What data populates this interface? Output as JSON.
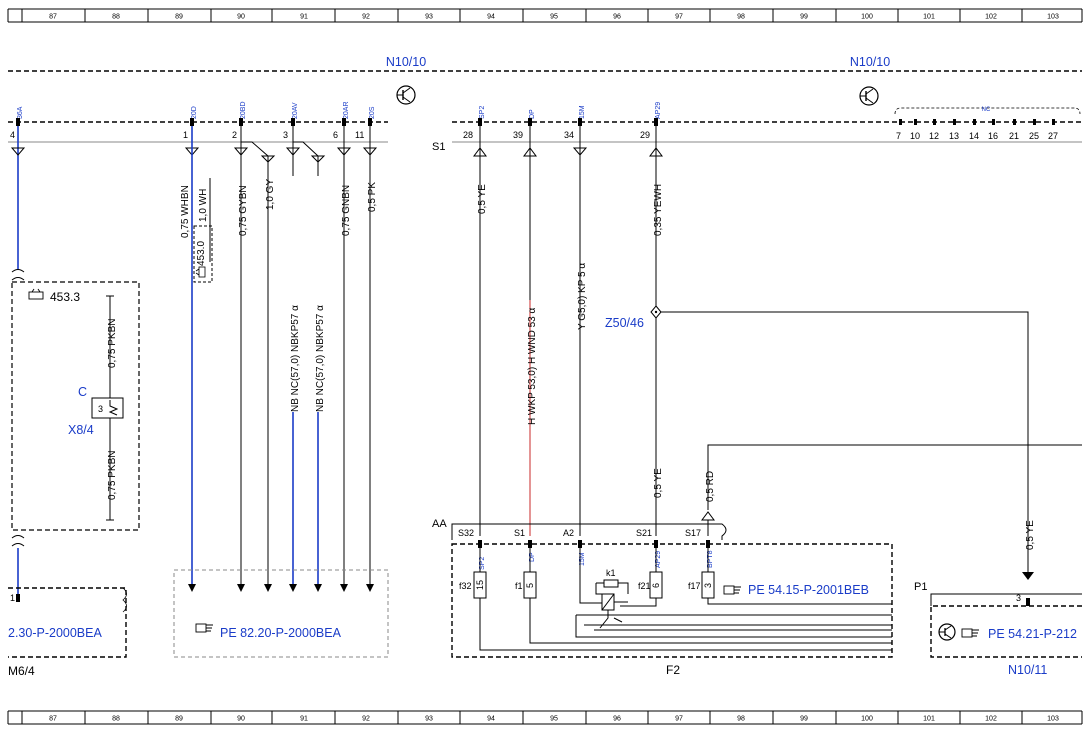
{
  "ruler": {
    "columns": [
      "87",
      "88",
      "89",
      "90",
      "91",
      "92",
      "93",
      "94",
      "95",
      "96",
      "97",
      "98",
      "99",
      "100",
      "101",
      "102",
      "103"
    ]
  },
  "modules": {
    "n10_10_left": "N10/10",
    "n10_10_right": "N10/10",
    "n10_11": "N10/11",
    "f2": "F2",
    "m6_4": "M6/4",
    "x8_4": "X8/4",
    "z50_46": "Z50/46"
  },
  "connectors": {
    "s1": "S1",
    "aa": "AA",
    "p1": "P1",
    "c": "C",
    "nc": "NC"
  },
  "top_pin_codes": {
    "p36a": "36A",
    "p20d": "20D",
    "p20bd": "20BD",
    "p20av": "20AV",
    "p20ar": "20AR",
    "p20s": "20S",
    "psp2": "SP2",
    "pdp": "DP",
    "p15m": "15M",
    "pap29": "AP29"
  },
  "pin_numbers": {
    "n4": "4",
    "n1": "1",
    "n2": "2",
    "n3": "3",
    "n6": "6",
    "n11": "11",
    "n28": "28",
    "n39": "39",
    "n34": "34",
    "n29": "29",
    "nc_pins": [
      "7",
      "10",
      "12",
      "13",
      "14",
      "16",
      "21",
      "25",
      "27"
    ],
    "x8_3": "3",
    "m6_1": "1",
    "p1_3": "3"
  },
  "wires": {
    "w_whbn": "0,75 WHBN",
    "w_wh": "1,0 WH",
    "w_gybn": "0,75 GYBN",
    "w_gy": "1,0 GY",
    "w_gnbn": "0,75 GNBN",
    "w_pk": "0,5 PK",
    "w_ye1": "0,5 YE",
    "w_yewh": "0,35 YEWH",
    "w_pkbn1": "0,75 PKBN",
    "w_pkbn2": "0,75 PKBN",
    "w_ye2": "0,5 YE",
    "w_rd": "0,5 RD",
    "w_ye3": "0,5 YE",
    "w_nbnc": "NB NC(57,0) NBKP57 α",
    "w_nbnc2": "NB NC(57,0) NBKP57 α",
    "w_hwkp": "H WKP 53,0) H WND 53 α",
    "w_yg": "Y G5,0) KP 5 α"
  },
  "splices": {
    "s453_0": "453.0",
    "s453_3": "453.3"
  },
  "f2_slots": {
    "s32": "S32",
    "s1": "S1",
    "a2": "A2",
    "s21": "S21",
    "s17": "S17",
    "sp2": "SP2",
    "dp": "DP",
    "15m": "15M",
    "ap29": "AP29",
    "bpt8": "BPT8",
    "f32": "f32",
    "f1": "f1",
    "f21": "f21",
    "f17": "f17",
    "k1": "k1",
    "c15": "15",
    "c5": "5",
    "c6": "6",
    "c3": "3"
  },
  "references": {
    "pe_82_20": "PE 82.20-P-2000BEA",
    "pe_54_15": "PE 54.15-P-2001BEB",
    "pe_54_21": "PE 54.21-P-212",
    "pe_left": "2.30-P-2000BEA"
  }
}
